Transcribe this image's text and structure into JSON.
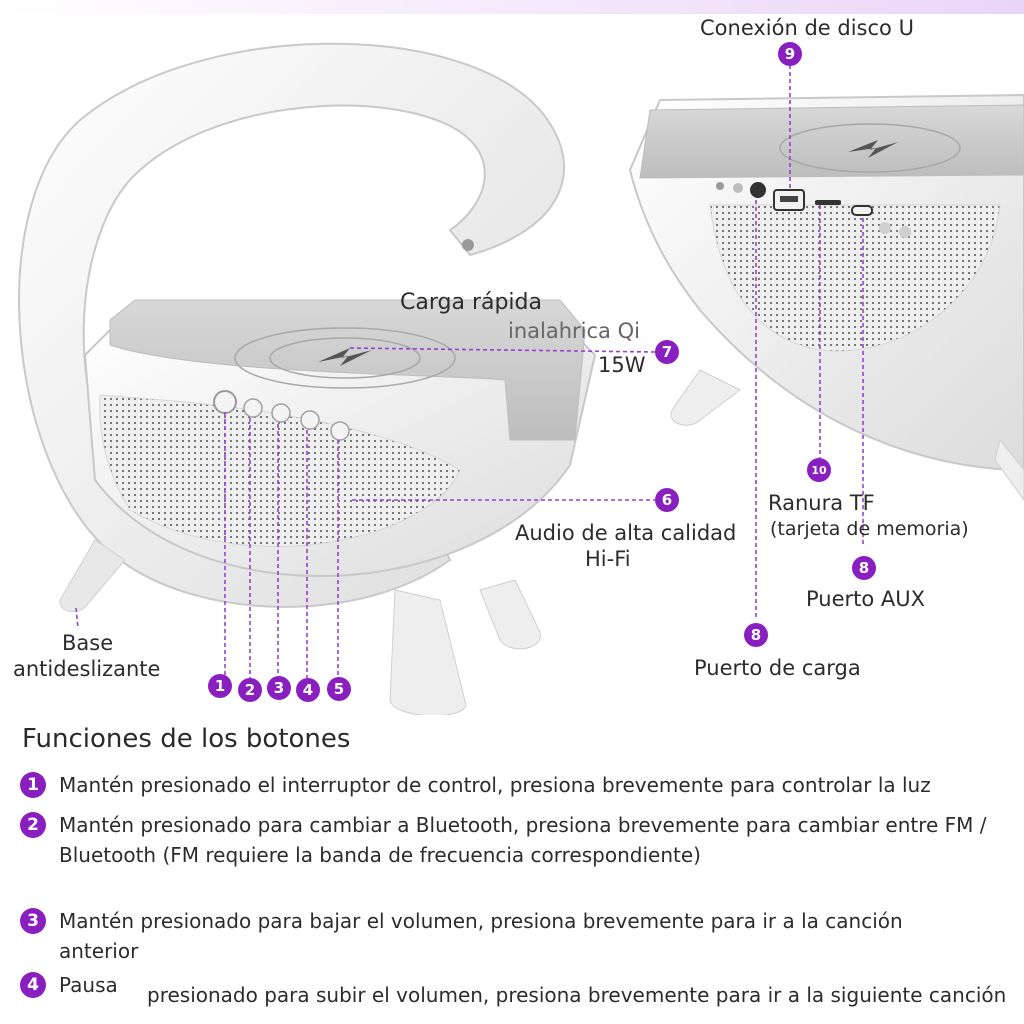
{
  "callouts": {
    "usb": {
      "num": "9",
      "text": "Conexión de disco U"
    },
    "qi": {
      "num": "7",
      "line1": "Carga rápida",
      "line2": "inalahrica Qi",
      "line3": "15W"
    },
    "hifi": {
      "num": "6",
      "line1": "Audio de alta calidad",
      "line2": "Hi-Fi"
    },
    "tf": {
      "num": "10",
      "line1": "Ranura TF",
      "line2": "(tarjeta de memoria)"
    },
    "aux": {
      "num": "8",
      "text": "Puerto AUX"
    },
    "charge": {
      "num": "8",
      "text": "Puerto de carga"
    },
    "base": {
      "line1": "Base",
      "line2": "antideslizante"
    },
    "buttons": [
      "1",
      "2",
      "3",
      "4",
      "5"
    ]
  },
  "functions": {
    "title": "Funciones de los botones",
    "items": [
      {
        "num": "1",
        "text": "Mantén presionado el interruptor de control, presiona brevemente para controlar la luz"
      },
      {
        "num": "2",
        "text": "Mantén presionado para cambiar a Bluetooth, presiona brevemente para cambiar entre FM / Bluetooth (FM requiere la banda de frecuencia correspondiente)"
      },
      {
        "num": "3",
        "text": "Mantén presionado para bajar el volumen, presiona brevemente para ir a la canción anterior"
      },
      {
        "num": "4",
        "text": "Pausa"
      },
      {
        "num": "",
        "text": "presionado para subir el volumen, presiona brevemente para ir a la siguiente canción"
      }
    ]
  },
  "colors": {
    "accent": "#8a1fbf",
    "leader": "#9b3fd0"
  }
}
